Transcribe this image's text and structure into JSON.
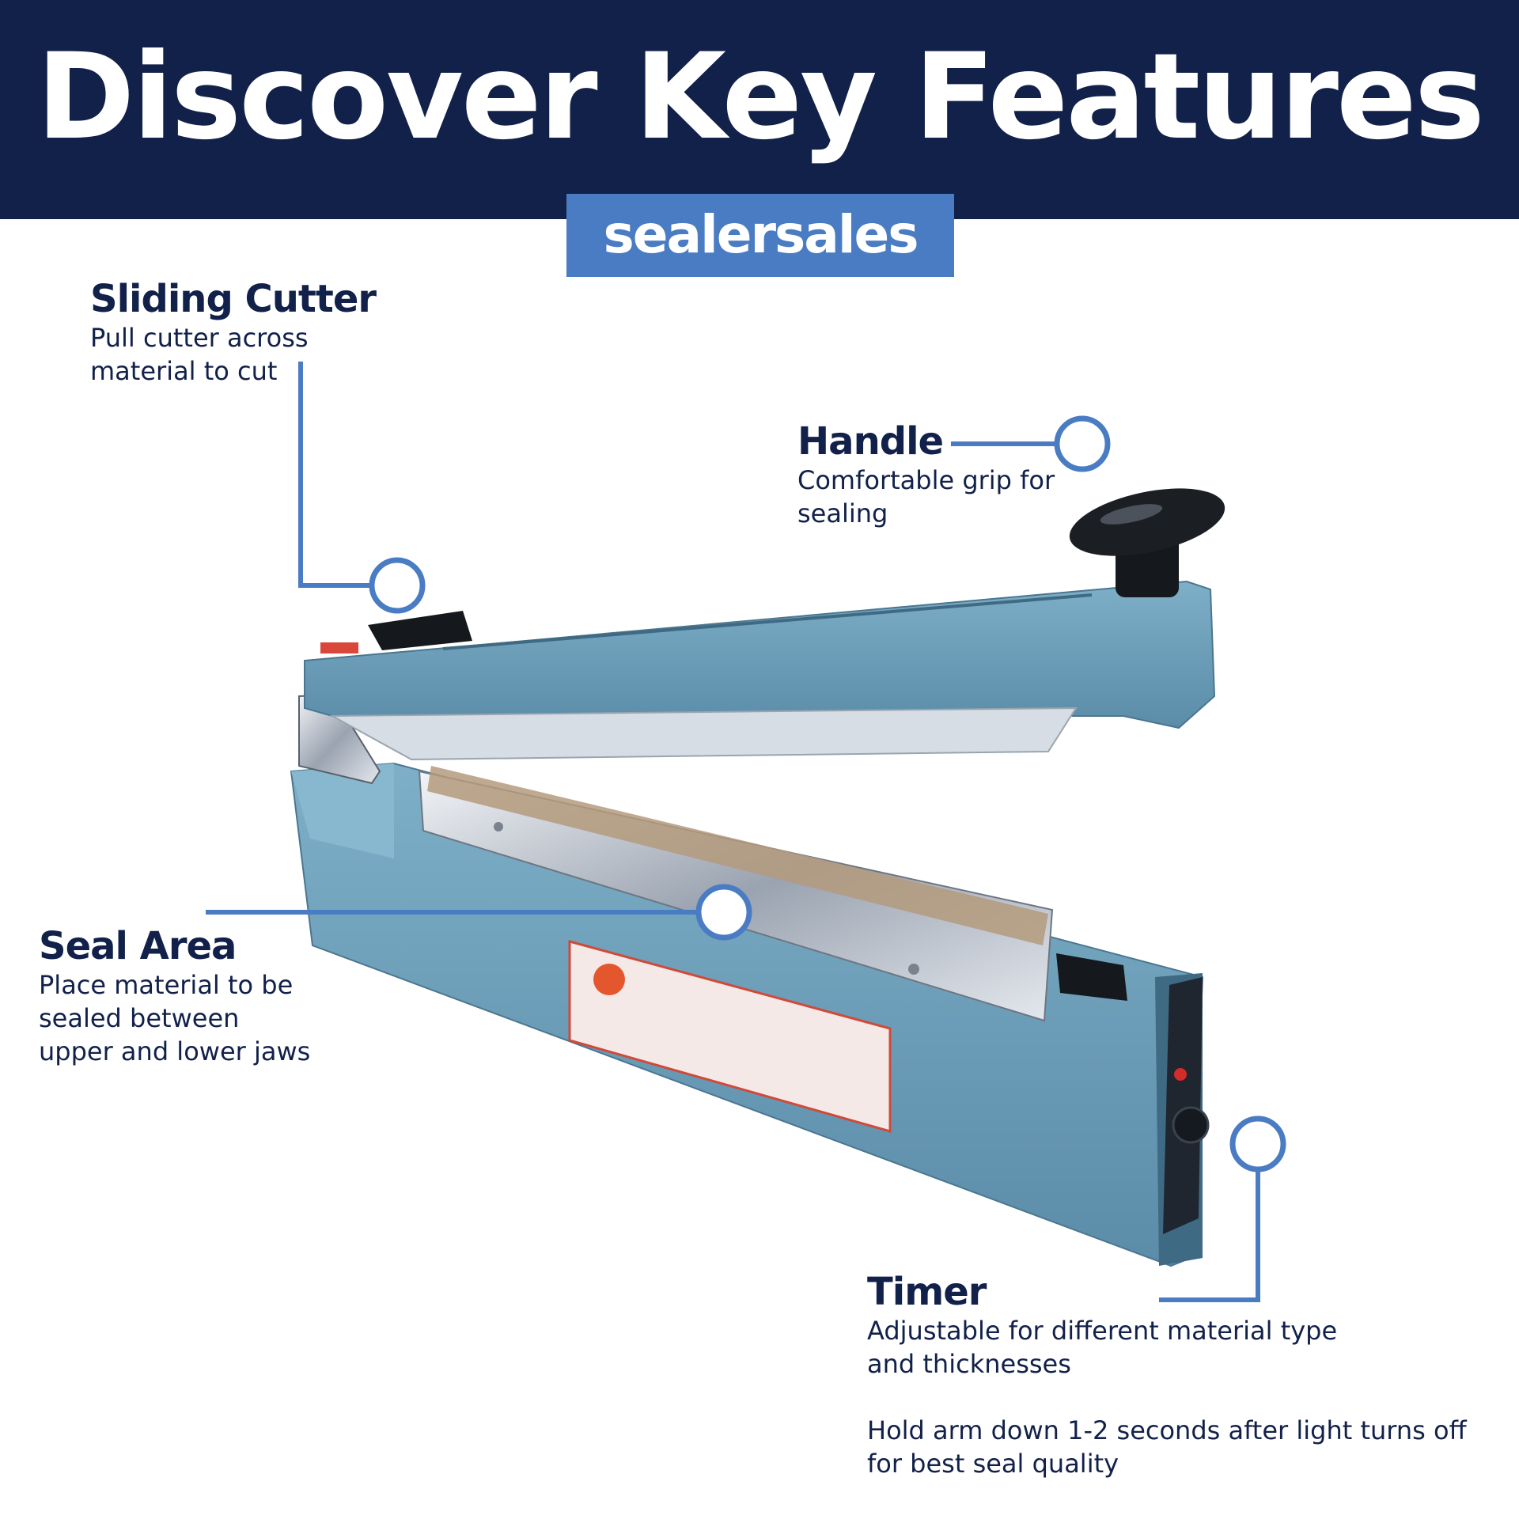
{
  "header": {
    "title": "Discover Key Features",
    "brand": "sealersales"
  },
  "features": {
    "sliding_cutter": {
      "title": "Sliding Cutter",
      "desc_lines": [
        "Pull cutter across",
        "material to cut"
      ]
    },
    "handle": {
      "title": "Handle",
      "desc_lines": [
        "Comfortable grip for",
        "sealing"
      ]
    },
    "seal_area": {
      "title": "Seal Area",
      "desc_lines": [
        "Place material to be",
        "sealed between",
        "upper and lower jaws"
      ]
    },
    "timer": {
      "title": "Timer",
      "desc_lines": [
        "Adjustable for different material type",
        "and thicknesses"
      ],
      "note_lines": [
        "Hold arm down 1-2 seconds after light turns off",
        "for best seal quality"
      ]
    }
  },
  "colors": {
    "navy": "#12214a",
    "accent_blue": "#4a7cc4",
    "sealer_body": "#6a9bb5"
  }
}
